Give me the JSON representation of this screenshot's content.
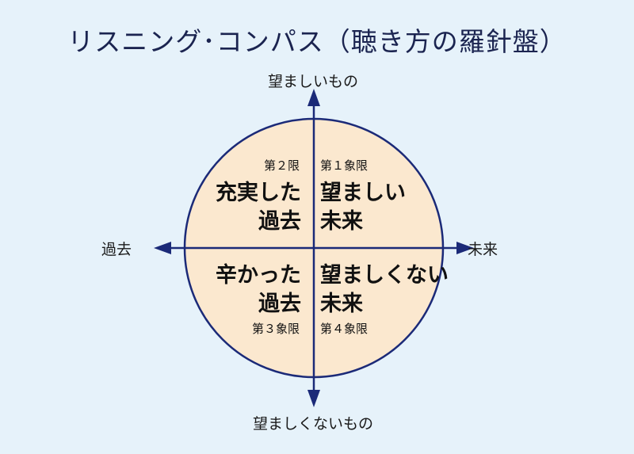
{
  "title": "リスニング･コンパス（聴き方の羅針盤）",
  "axes": {
    "top": "望ましいもの",
    "bottom": "望ましくないもの",
    "left": "過去",
    "right": "未来"
  },
  "quadrants": {
    "q1": {
      "number": "第１象限",
      "line1": "望ましい",
      "line2": "未来"
    },
    "q2": {
      "number": "第２限",
      "line1": "充実した",
      "line2": "過去"
    },
    "q3": {
      "number": "第３象限",
      "line1": "辛かった",
      "line2": "過去"
    },
    "q4": {
      "number": "第４象限",
      "line1": "望ましくない",
      "line2": "未来"
    }
  },
  "colors": {
    "background": "#e6f2fa",
    "circle_fill": "#fbe8cf",
    "line": "#1b2a78"
  }
}
